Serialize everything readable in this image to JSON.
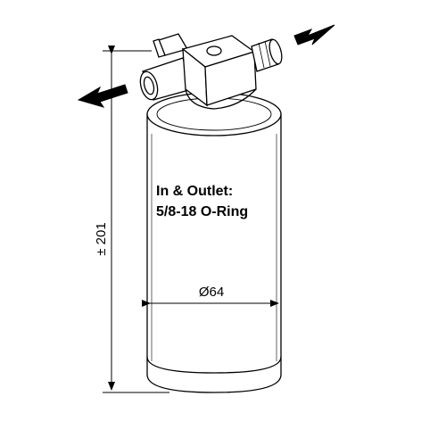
{
  "notes": {
    "line1": "In & Outlet:",
    "line2": "5/8-18 O-Ring"
  },
  "dimensions": {
    "height": "± 201",
    "diameter": "Ø64"
  },
  "colors": {
    "stroke": "#000000",
    "background": "#ffffff"
  }
}
